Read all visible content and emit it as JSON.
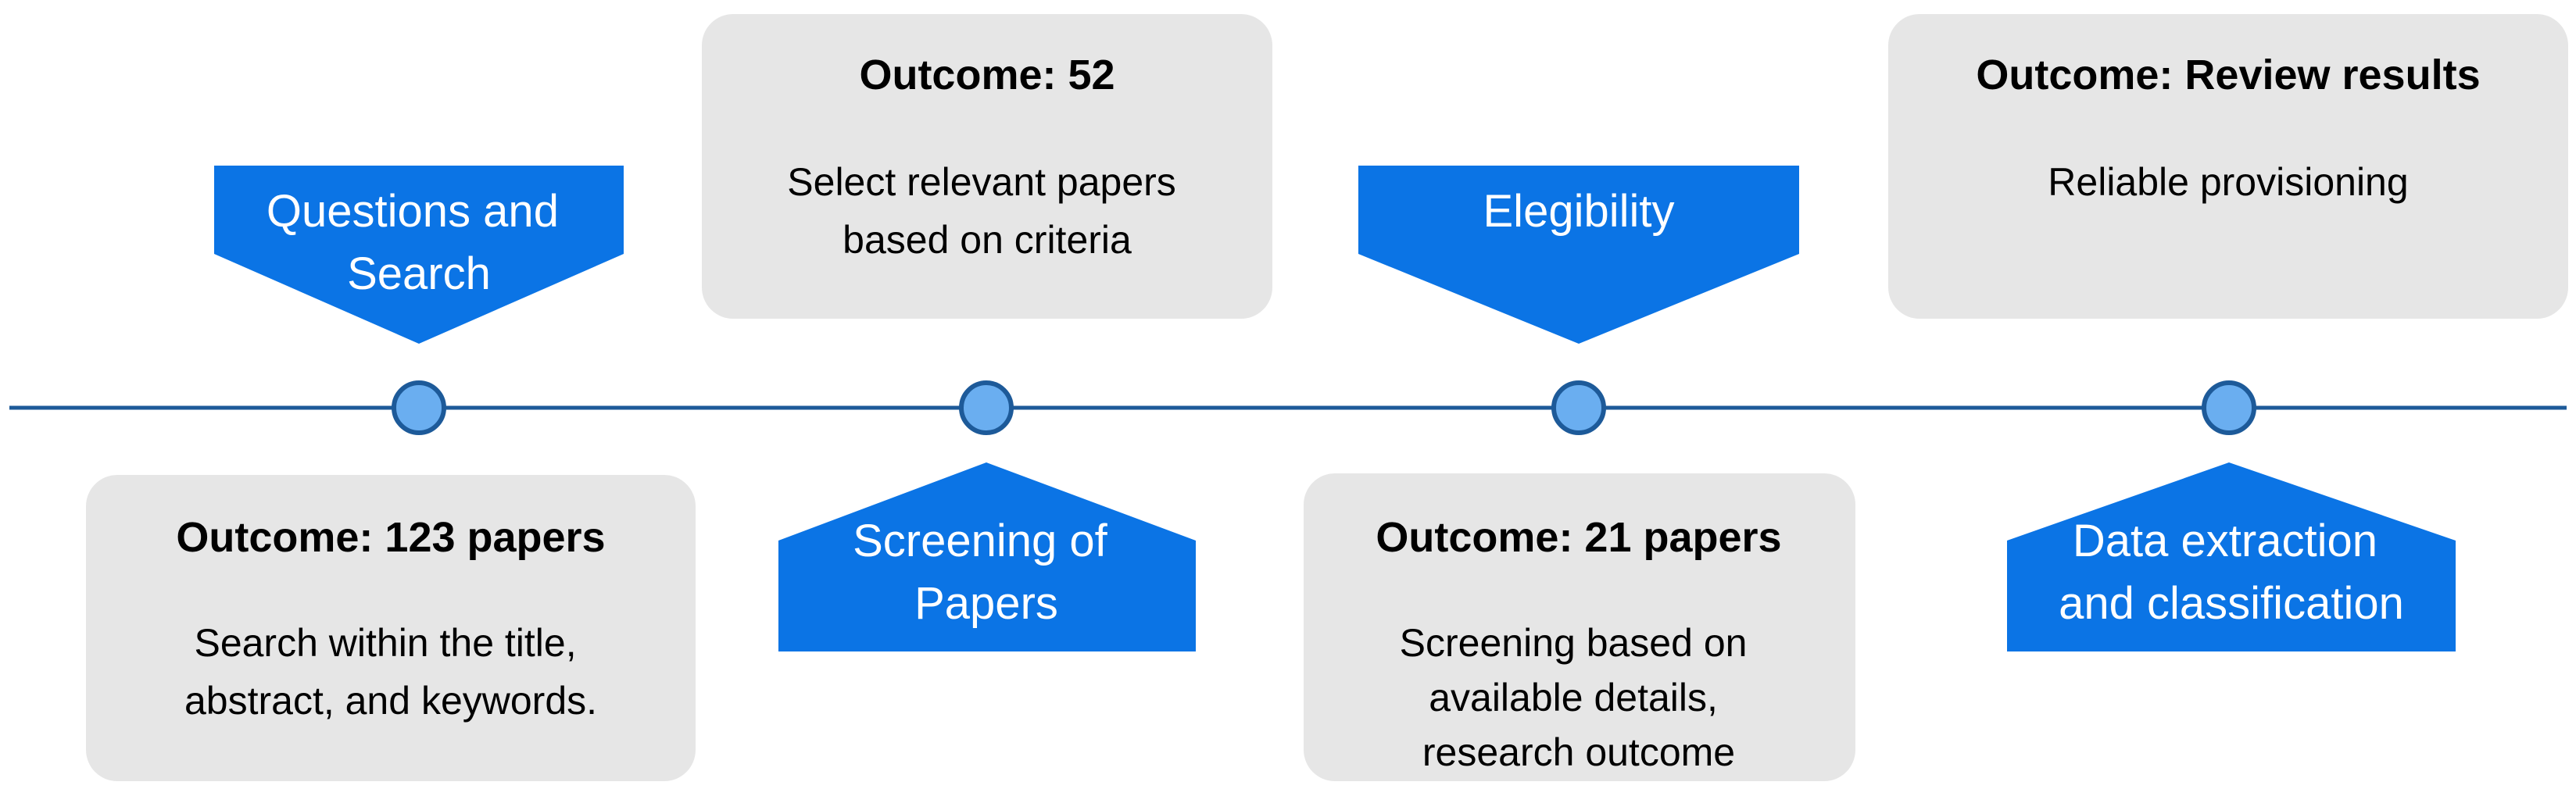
{
  "colors": {
    "stage_fill": "#0b74e5",
    "box_fill": "#e6e6e6",
    "timeline": "#1d5a99",
    "node_fill": "#6aaef0",
    "node_stroke": "#1d5a99"
  },
  "stages": [
    {
      "lines": [
        "Questions and",
        "Search"
      ]
    },
    {
      "lines": [
        "Screening of",
        "Papers"
      ]
    },
    {
      "lines": [
        "Elegibility"
      ]
    },
    {
      "lines": [
        "Data extraction",
        "and classification"
      ]
    }
  ],
  "outcomes": [
    {
      "title": "Outcome: 123 papers",
      "lines": [
        "Search within the title,",
        "abstract, and keywords."
      ]
    },
    {
      "title": "Outcome: 52",
      "lines": [
        "Select relevant papers",
        "based on criteria"
      ]
    },
    {
      "title": "Outcome: 21 papers",
      "lines": [
        "Screening based on",
        "available details,",
        "research outcome"
      ]
    },
    {
      "title": "Outcome: Review results",
      "lines": [
        "Reliable provisioning"
      ]
    }
  ]
}
